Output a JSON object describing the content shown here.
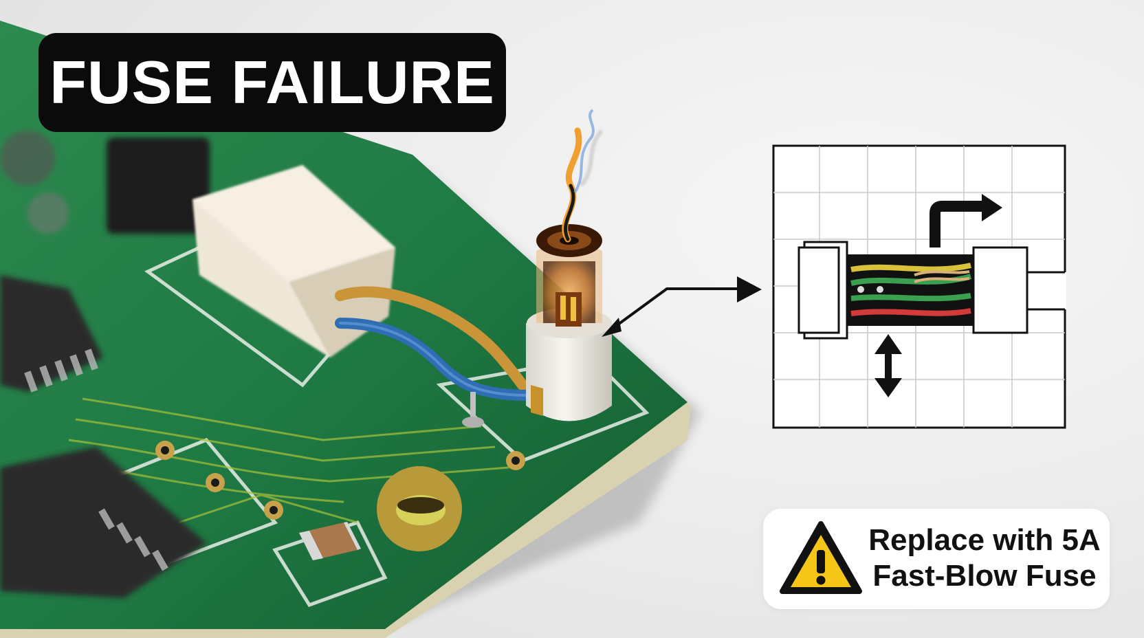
{
  "title": "FUSE FAILURE",
  "warning": {
    "icon": "warning-triangle-icon",
    "line1": "Replace with 5A",
    "line2": "Fast-Blow Fuse"
  },
  "colors": {
    "pcb_green": "#1f7a44",
    "title_bg": "#0b0b0b",
    "warning_yellow": "#f5c518",
    "scorch": "#5a2a0a"
  }
}
